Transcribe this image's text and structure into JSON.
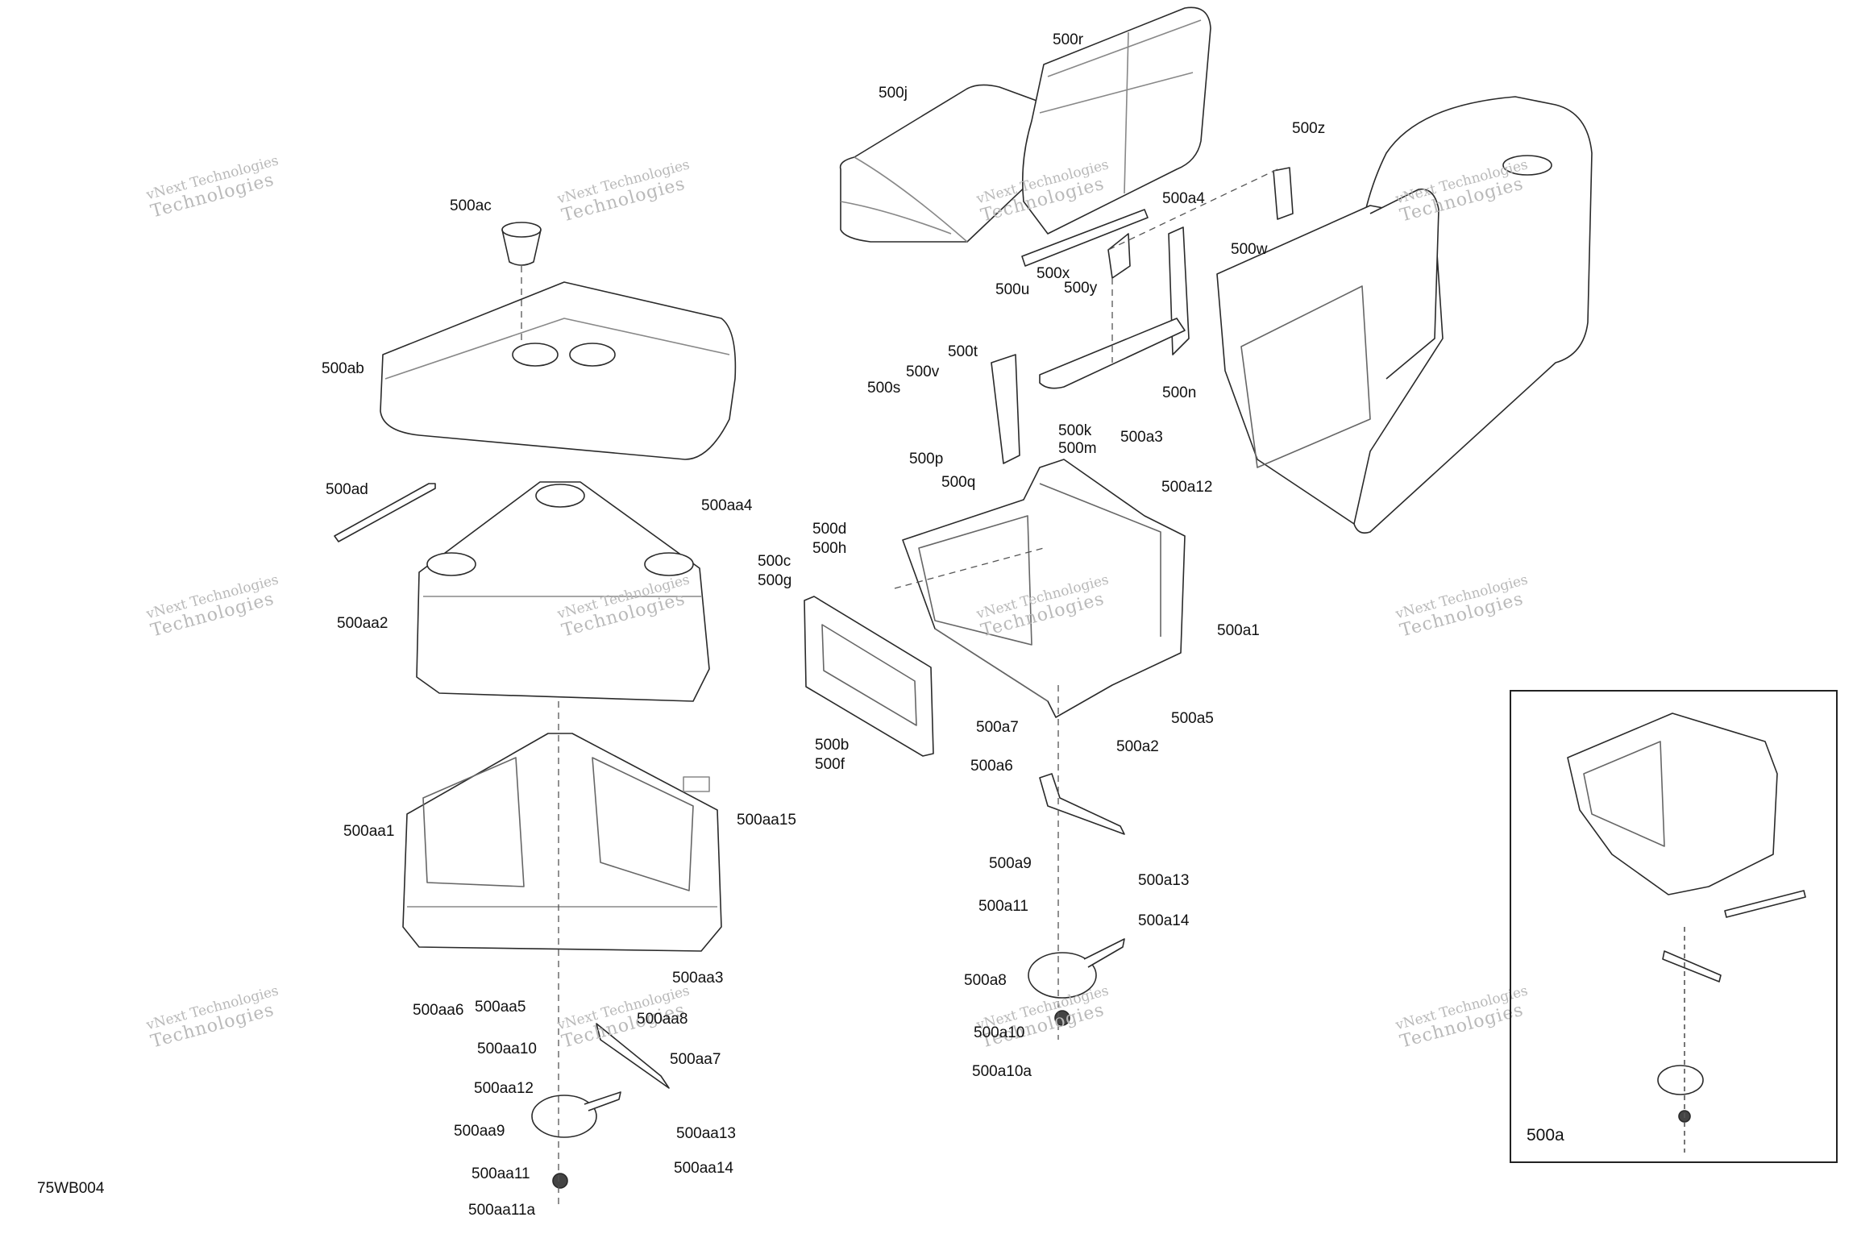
{
  "diagram_code": "75WB004",
  "inset_label": "500a",
  "watermark": {
    "line1": "vNext Technologies",
    "line2": "Technologies"
  },
  "labels": {
    "l500r": "500r",
    "l500j": "500j",
    "l500z": "500z",
    "l500a4": "500a4",
    "l500w": "500w",
    "l500y": "500y",
    "l500x": "500x",
    "l500u": "500u",
    "l500t": "500t",
    "l500v": "500v",
    "l500s": "500s",
    "l500n": "500n",
    "l500k": "500k",
    "l500m": "500m",
    "l500p": "500p",
    "l500q": "500q",
    "l500a3": "500a3",
    "l500a12": "500a12",
    "l500d": "500d",
    "l500h": "500h",
    "l500c": "500c",
    "l500g": "500g",
    "l500a1": "500a1",
    "l500a5": "500a5",
    "l500a2": "500a2",
    "l500b": "500b",
    "l500f": "500f",
    "l500a7": "500a7",
    "l500a6": "500a6",
    "l500a9": "500a9",
    "l500a13": "500a13",
    "l500a11": "500a11",
    "l500a14": "500a14",
    "l500a8": "500a8",
    "l500a10": "500a10",
    "l500a10a": "500a10a",
    "l500ac": "500ac",
    "l500ab": "500ab",
    "l500ad": "500ad",
    "l500aa4": "500aa4",
    "l500aa2": "500aa2",
    "l500aa1": "500aa1",
    "l500aa15": "500aa15",
    "l500aa6": "500aa6",
    "l500aa5": "500aa5",
    "l500aa3": "500aa3",
    "l500aa8": "500aa8",
    "l500aa10": "500aa10",
    "l500aa7": "500aa7",
    "l500aa12": "500aa12",
    "l500aa9": "500aa9",
    "l500aa13": "500aa13",
    "l500aa11": "500aa11",
    "l500aa14": "500aa14",
    "l500aa11a": "500aa11a"
  }
}
